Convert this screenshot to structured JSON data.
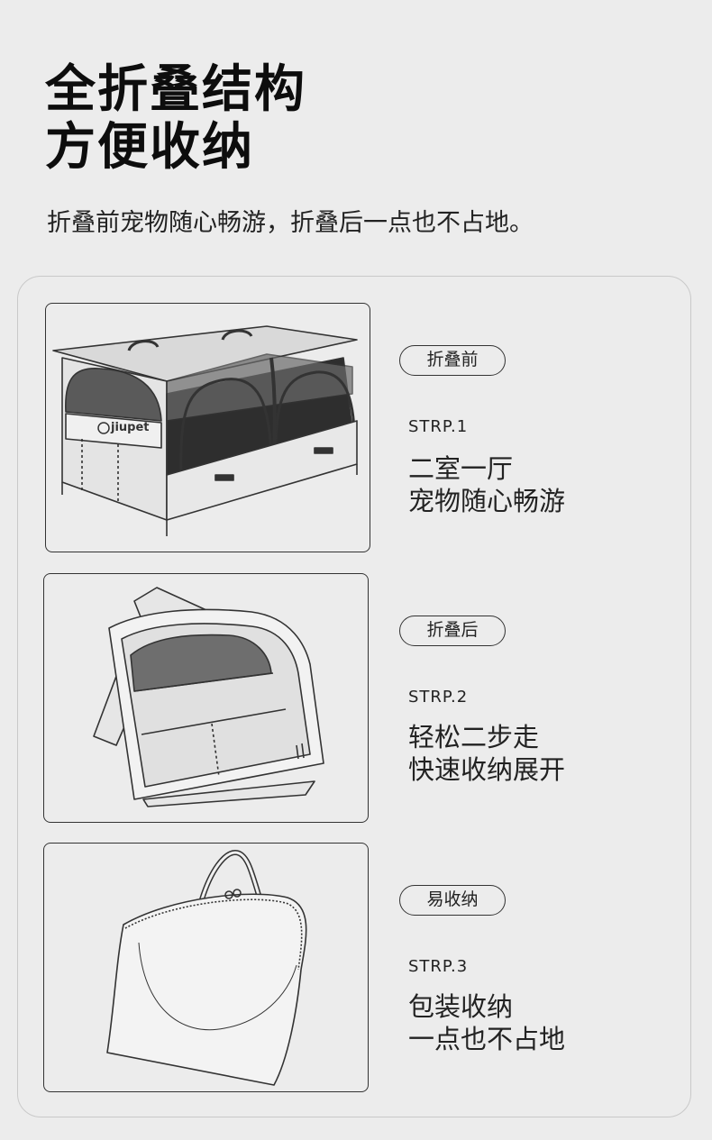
{
  "header": {
    "title_line1": "全折叠结构",
    "title_line2": "方便收纳",
    "subtitle": "折叠前宠物随心畅游，折叠后一点也不占地。"
  },
  "steps": [
    {
      "tag": "折叠前",
      "label": "STRP.1",
      "line1": "二室一厅",
      "line2": "宠物随心畅游",
      "image_icon": "unfolded-pet-tent-illustration",
      "brand": "jiupet"
    },
    {
      "tag": "折叠后",
      "label": "STRP.2",
      "line1": "轻松二步走",
      "line2": "快速收纳展开",
      "image_icon": "folded-pet-tent-illustration"
    },
    {
      "tag": "易收纳",
      "label": "STRP.3",
      "line1": "包装收纳",
      "line2": "一点也不占地",
      "image_icon": "storage-bag-illustration"
    }
  ],
  "colors": {
    "background": "#ececec",
    "text": "#111111",
    "border": "#333333",
    "card_border": "#c9c9c9"
  }
}
